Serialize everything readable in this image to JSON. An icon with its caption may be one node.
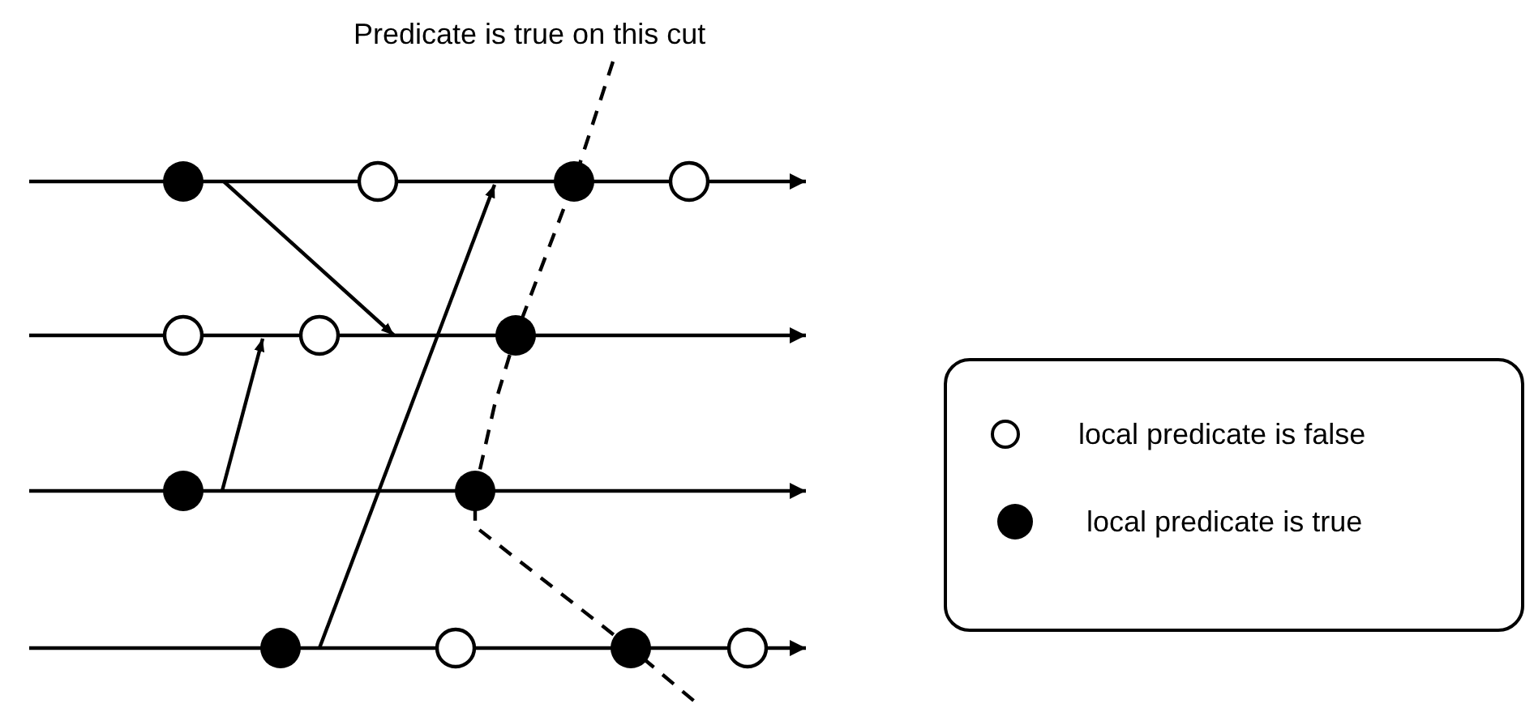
{
  "diagram": {
    "nodes": [
      {
        "text": [],
        "shape": "circle"
      },
      {
        "text": [],
        "shape": "circle"
      },
      {
        "text": [],
        "shape": "circle"
      },
      {
        "text": [],
        "shape": "circle"
      },
      {
        "text": [],
        "shape": "circle"
      },
      {
        "text": [],
        "shape": "circle"
      },
      {
        "text": [],
        "shape": "circle"
      },
      {
        "text": [],
        "shape": "circle"
      },
      {
        "text": [],
        "shape": "circle"
      },
      {
        "text": [],
        "shape": "circle"
      },
      {
        "text": [],
        "shape": "circle"
      },
      {
        "text": [],
        "shape": "circle"
      },
      {
        "text": [],
        "shape": "circle"
      }
    ],
    "labels": [
      "Predicate is true on this cut"
    ],
    "legend": [
      {
        "text": "local predicate is false"
      },
      {
        "text": "local predicate is true"
      }
    ]
  }
}
